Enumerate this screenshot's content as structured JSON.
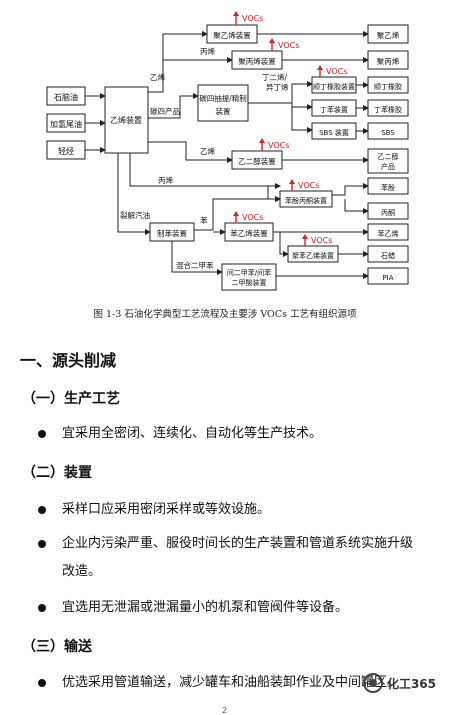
{
  "diagram": {
    "inputs": [
      "石脑油",
      "加氢尾油",
      "轻烃"
    ],
    "central_unit": "乙烯装置",
    "units": {
      "pe": "聚乙烯装置",
      "pp": "聚丙烯装置",
      "c4": "碳四抽提/精制装置",
      "shunding": "顺丁橡胶装置",
      "dingben": "丁苯装置",
      "sbs": "SBS 装置",
      "eg": "乙二醇装置",
      "phenol": "苯酚丙酮装置",
      "benzene": "制苯装置",
      "styrene": "苯乙烯装置",
      "ps": "聚苯乙烯装置",
      "pta": "间二甲苯/间苯二甲酸装置"
    },
    "products": {
      "pe": "聚乙烯",
      "pp": "聚丙烯",
      "shunding": "顺丁橡胶",
      "dingben": "丁苯橡胶",
      "sbs": "SBS",
      "eg": "乙二醇产品",
      "phenol": "苯酚",
      "acetone": "丙酮",
      "styrene": "苯乙烯",
      "ps": "石蜡",
      "pia": "PIA"
    },
    "edge_labels": {
      "ethylene_1": "乙烯",
      "propylene_1": "丙烯",
      "c4_products": "碳四产品",
      "butadiene": "丁二烯/异丁烯",
      "ethylene_2": "乙烯",
      "propylene_2": "丙烯",
      "pygas": "裂解汽油",
      "benzene": "苯",
      "xylene": "混合二甲苯"
    },
    "voc_label": "VOCs",
    "voc_color": "#e02020"
  },
  "caption": "图 1-3    石油化学典型工艺流程及主要涉 VOCs 工艺有组织源项",
  "section_title": "一、源头削减",
  "subsections": [
    {
      "title": "（一）生产工艺",
      "bullets": [
        "宜采用全密闭、连续化、自动化等生产技术。"
      ]
    },
    {
      "title": "（二）装置",
      "bullets": [
        "采样口应采用密闭采样或等效设施。",
        "企业内污染严重、服役时间长的生产装置和管道系统实施升级改造。",
        "宜选用无泄漏或泄漏量小的机泵和管阀件等设备。"
      ]
    },
    {
      "title": "（三）输送",
      "bullets": [
        "优选采用管道输送，减少罐车和油船装卸作业及中间罐区。"
      ]
    }
  ],
  "page_number": "2",
  "watermark": "化工365"
}
